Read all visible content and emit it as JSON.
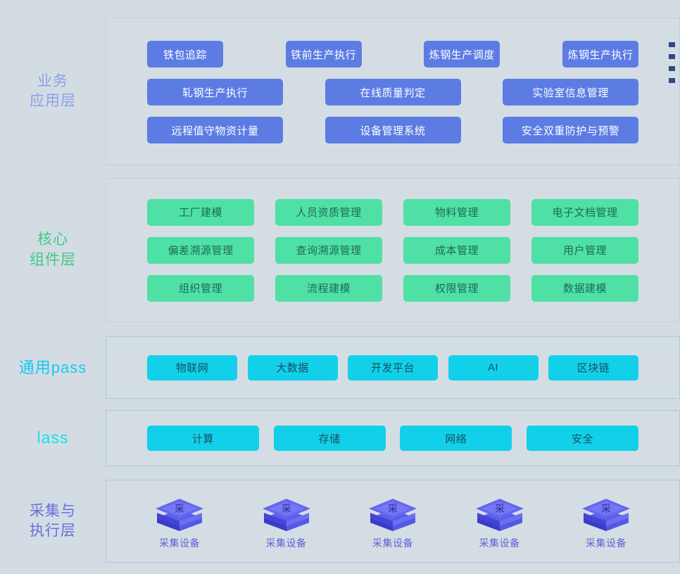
{
  "layers": [
    {
      "id": "business",
      "label": "业务\n应用层",
      "color": "#8c9fe8",
      "chip_style": "blue",
      "rows": [
        [
          "铁包追踪",
          "铁前生产执行",
          "炼钢生产调度",
          "炼钢生产执行"
        ],
        [
          "轧钢生产执行",
          "在线质量判定",
          "实验室信息管理"
        ],
        [
          "远程值守物资计量",
          "设备管理系统",
          "安全双重防护与预警"
        ]
      ]
    },
    {
      "id": "core",
      "label": "核心\n组件层",
      "color": "#3fc98a",
      "chip_style": "green",
      "rows": [
        [
          "工厂建模",
          "人员资质管理",
          "物料管理",
          "电子文档管理"
        ],
        [
          "偏差溯源管理",
          "查询溯源管理",
          "成本管理",
          "用户管理"
        ],
        [
          "组织管理",
          "流程建模",
          "权限管理",
          "数据建模"
        ]
      ]
    },
    {
      "id": "paas",
      "label": "通用pass",
      "color": "#16c8f0",
      "chip_style": "cyan",
      "rows": [
        [
          "物联网",
          "大数据",
          "开发平台",
          "AI",
          "区块链"
        ]
      ]
    },
    {
      "id": "iaas",
      "label": "lass",
      "color": "#16e0ee",
      "chip_style": "cyan",
      "rows": [
        [
          "计算",
          "存储",
          "网络",
          "安全"
        ]
      ]
    },
    {
      "id": "collect",
      "label": "采集与\n执行层",
      "color": "#6a6fe0",
      "chip_style": "device",
      "devices": [
        {
          "icon": "collection-device-cube-icon",
          "glyph": "采",
          "caption": "采集设备"
        },
        {
          "icon": "collection-device-cube-icon",
          "glyph": "采",
          "caption": "采集设备"
        },
        {
          "icon": "collection-device-cube-icon",
          "glyph": "采",
          "caption": "采集设备"
        },
        {
          "icon": "collection-device-cube-icon",
          "glyph": "采",
          "caption": "采集设备"
        },
        {
          "icon": "collection-device-cube-icon",
          "glyph": "采",
          "caption": "采集设备"
        }
      ]
    }
  ],
  "edge_markers": {
    "count": 4,
    "color": "#2b4a86"
  },
  "palette": {
    "background": "#d3dce3",
    "chip_blue": "#5c7ce4",
    "chip_blue_text": "#ffffff",
    "chip_green": "#4fe0a5",
    "chip_green_text": "#1c6b55",
    "chip_cyan": "#12d0ea",
    "chip_cyan_text": "#17515c",
    "device_cube": "#4b4fe0"
  }
}
